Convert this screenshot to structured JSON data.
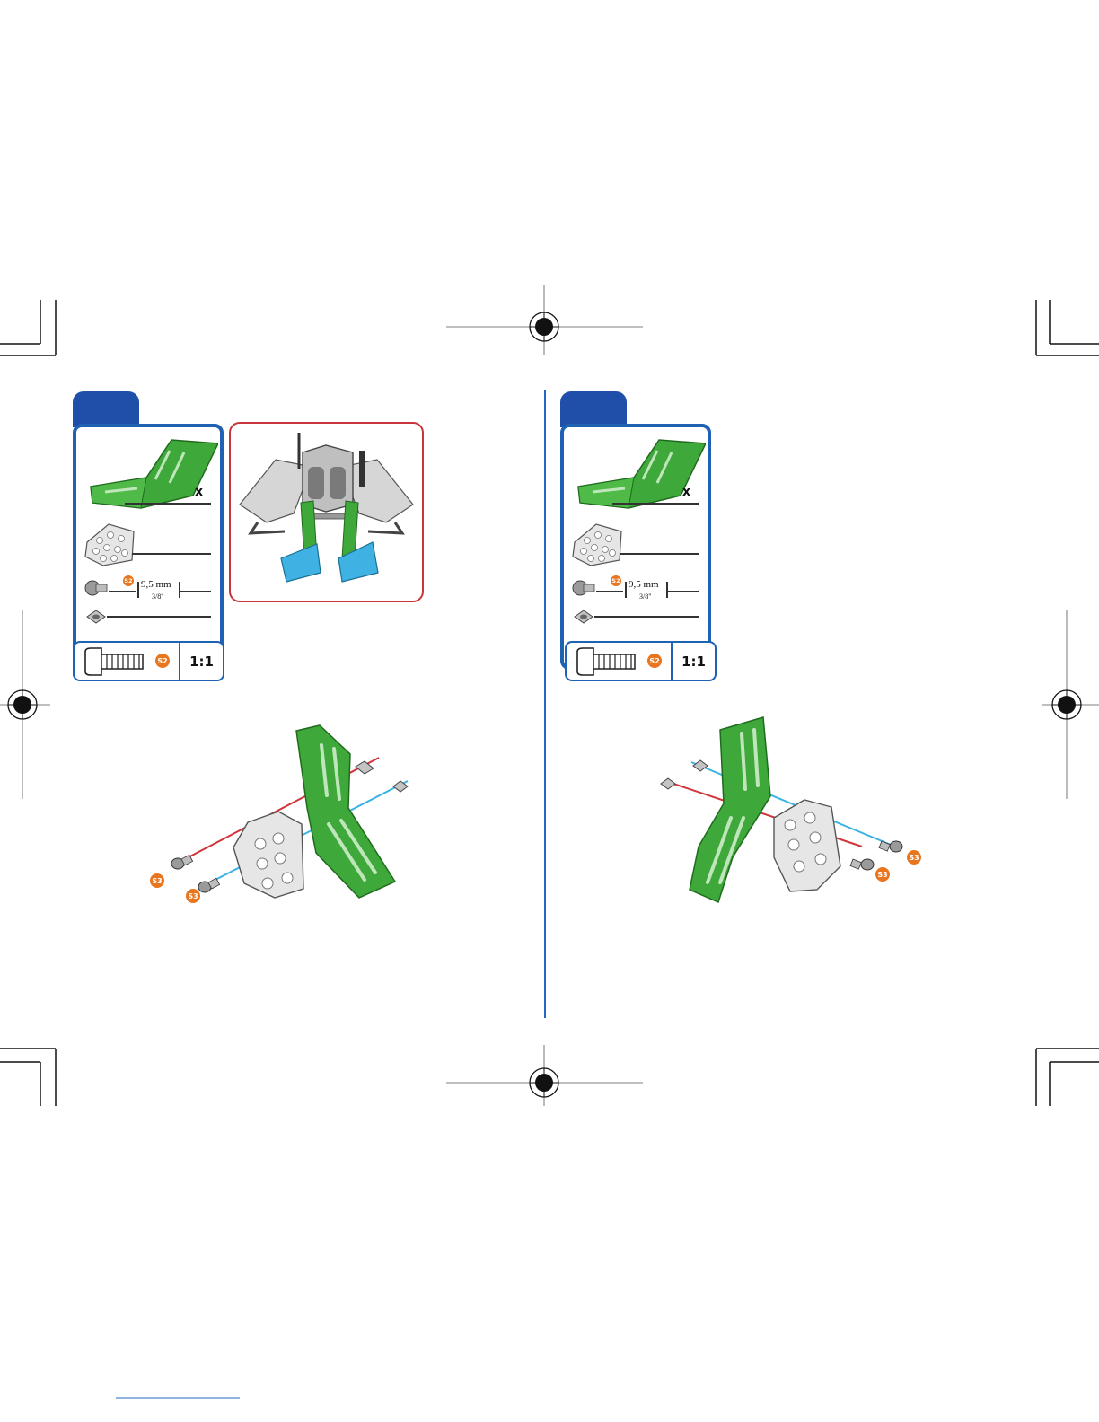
{
  "labels": {
    "quantity_marker": "x",
    "screw_length_mm": "9,5 mm",
    "screw_length_inch": "3/8\"",
    "screw_code": "S2",
    "scale_ratio": "1:1",
    "fastener_code": "S3"
  },
  "colors": {
    "step_blue": "#1f4fa8",
    "frame_blue": "#1f61b3",
    "photo_frame_red": "#c8353a",
    "part_green": "#3fa83a",
    "part_gray": "#d9d9d9",
    "foot_cyan": "#3fb1e3",
    "axis_red": "#d1343b",
    "axis_blue": "#3ab3e3",
    "badge_orange": "#e8761e",
    "spine_blue": "#2267c6"
  },
  "icons": {
    "registration": "registration-target-icon",
    "crop": "crop-mark-icon",
    "screw": "screw-icon",
    "nut": "square-nut-icon"
  }
}
